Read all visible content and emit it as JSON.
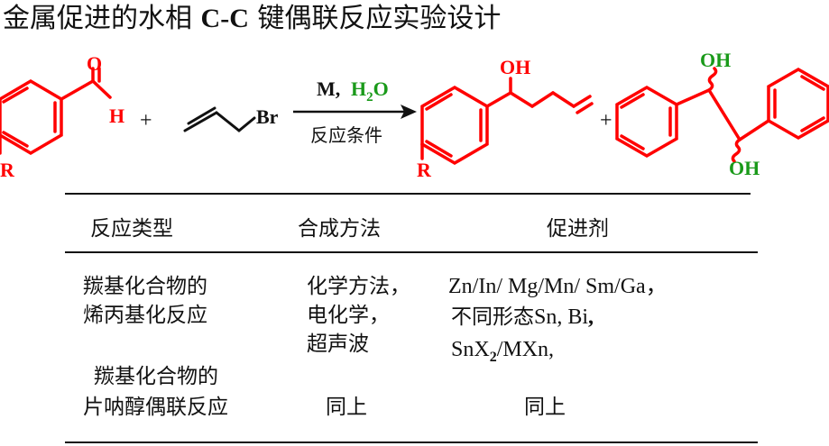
{
  "title": {
    "prefix": "金属促进的水相 ",
    "bold": "C-C",
    "suffix": " 键偶联反应实验设计"
  },
  "scheme": {
    "aldehyde_O": "O",
    "aldehyde_H": "H",
    "aldehyde_R": "R",
    "plus_1": "+",
    "allyl_Br": "Br",
    "reagent_M": "M,",
    "reagent_water_H": "H",
    "reagent_water_2": "2",
    "reagent_water_O": "O",
    "condition": "反应条件",
    "product_OH": "OH",
    "product_R": "R",
    "plus_2": "+",
    "pinacol_OH_top": "OH",
    "pinacol_OH_bottom": "OH",
    "colors": {
      "red": "#ff0000",
      "green": "#1a9a1a",
      "black": "#111111"
    }
  },
  "table": {
    "headers": [
      "反应类型",
      "合成方法",
      "促进剂"
    ],
    "row1": {
      "type_line1": "羰基化合物的",
      "type_line2": "烯丙基化反应",
      "method_line1": "化学方法，",
      "method_line2": "电化学，",
      "method_line3": "超声波",
      "promoter_line1": "Zn/In/ Mg/Mn/ Sm/Ga，",
      "promoter_line2_a": "不同形态",
      "promoter_line2_b": "Sn, Bi",
      "promoter_line2_c": ",",
      "promoter_line3_a": "SnX",
      "promoter_line3_sub": "2",
      "promoter_line3_b": "/MXn,"
    },
    "row2": {
      "type_line1": "羰基化合物的",
      "type_line2": "片呐醇偶联反应",
      "method": "同上",
      "promoter": "同上"
    }
  }
}
